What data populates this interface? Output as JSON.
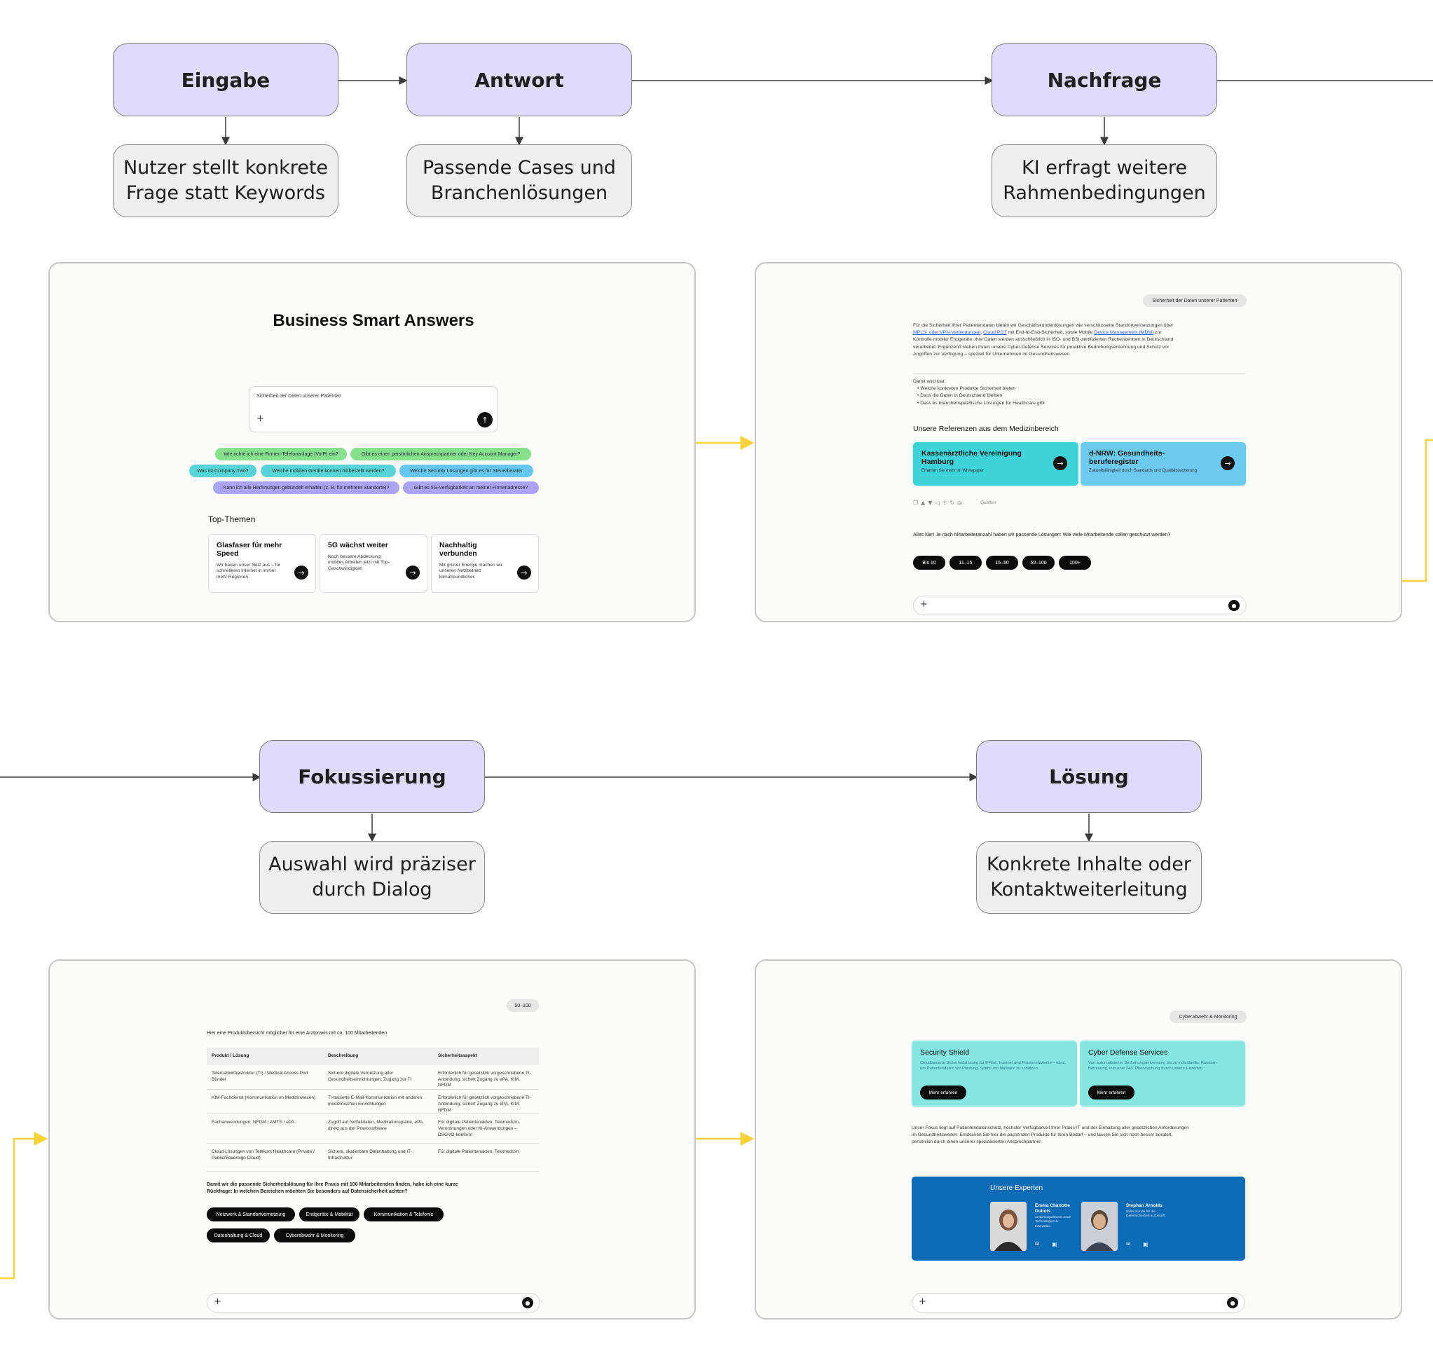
{
  "flow": {
    "steps": [
      {
        "title": "Eingabe",
        "description": "Nutzer stellt konkrete\nFrage statt Keywords"
      },
      {
        "title": "Antwort",
        "description": "Passende Cases und\nBranchenlösungen"
      },
      {
        "title": "Nachfrage",
        "description": "KI erfragt weitere\nRahmenbedingungen"
      },
      {
        "title": "Fokussierung",
        "description": "Auswahl wird präziser\ndurch Dialog"
      },
      {
        "title": "Lösung",
        "description": "Konkrete Inhalte oder\nKontaktweiterleitung"
      }
    ]
  },
  "colors": {
    "step_fill": "#e0dbfc",
    "description_fill": "#efefef",
    "connector_highlight": "#f7d23a",
    "expert_blue": "#0c6bb5",
    "teal_card": "#3ed3d8",
    "sky_card": "#6ec9ef"
  },
  "screen1": {
    "title": "Business Smart Answers",
    "input_text": "Sicherheit der Daten unserer Patienten",
    "send_icon": "arrow-up-icon",
    "suggestions": [
      {
        "label": "Wie richte ich eine Firmen-Telefonanlage (VoIP) ein?",
        "color": "#86e08e"
      },
      {
        "label": "Gibt es einen persönlichen Ansprechpartner oder Key Account Manager?",
        "color": "#86e08e"
      },
      {
        "label": "Was ist Company Two?",
        "color": "#58d4d8"
      },
      {
        "label": "Welche mobilen Geräte können mitbestellt werden?",
        "color": "#58d4d8"
      },
      {
        "label": "Welche Security Lösungen gibt es für Steuerberater",
        "color": "#66c6f0"
      },
      {
        "label": "Kann ich alle Rechnungen gebündelt erhalten (z. B. für mehrere Standorte)?",
        "color": "#aaa4f4"
      },
      {
        "label": "Gibt es 5G-Verfügbarkeit an meiner Firmenadresse?",
        "color": "#aaa4f4"
      }
    ],
    "topics_heading": "Top-Themen",
    "topics": [
      {
        "title": "Glasfaser für mehr Speed",
        "text": "Wir bauen unser Netz aus – für schnelleres Internet in immer mehr Regionen."
      },
      {
        "title": "5G wächst weiter",
        "text": "Noch bessere Abdeckung: mobiles Arbeiten jetzt mit Top-Geschwindigkeit."
      },
      {
        "title": "Nachhaltig verbunden",
        "text": "Mit grüner Energie machen wir unseren Netzbetrieb klimafreundlicher."
      }
    ]
  },
  "screen2": {
    "query_tag": "Sicherheit der Daten unserer Patienten",
    "answer_paragraph": {
      "before_link1": "Für die Sicherheit Ihrer Patientendaten bieten wir Geschäftskundenlösungen wie verschlüsselte Standortvernetzungen über ",
      "link1": "MPLS- oder VPN-Verbindungen",
      "between": ", ",
      "link2": "Cloud PGT",
      "middle": " mit End-to-End-Sicherheit, sowie Mobile ",
      "link3": "Device Management (MDM)",
      "after": " zur Kontrolle mobiler Endgeräte. Ihre Daten werden ausschließlich in ISO- und BSI-zertifizierten Rechenzentren in Deutschland verarbeitet. Ergänzend stehen Ihnen unsere Cyber-Defense Services für proaktive Bedrohungserkennung und Schutz vor Angriffen zur Verfügung – speziell für Unternehmen im Gesundheitswesen."
    },
    "summary_intro": "Damit wird klar:",
    "summary_items": [
      "Welche konkreten Produkte Sicherheit bieten",
      "Dass die Daten in Deutschland bleiben",
      "Dass es branchenspezifische Lösungen für Healthcare gibt"
    ],
    "references_heading": "Unsere Referenzen aus dem Medizinbereich",
    "references": [
      {
        "title": "Kassenärztliche Vereinigung Hamburg",
        "subtitle": "Erfahren Sie mehr im Whitepaper"
      },
      {
        "title": "d-NRW: Gesundheits-beruferegister",
        "subtitle": "Zukunftsfähigkeit durch Standards und Qualitätssicherung"
      }
    ],
    "feedback_sources_label": "Quellen",
    "question": "Alles klar! Je nach Mitarbeiteranzahl haben wir passende Lösungen: Wie viele Mitarbeitende sollen geschützt werden?",
    "size_options": [
      "Bis 10",
      "11–15",
      "15–50",
      "50–100",
      "100+"
    ]
  },
  "screen3": {
    "query_tag": "50–100",
    "intro": "Hier eine Produktübersicht möglicher für eine Arztpraxis mit ca. 100 Mitarbeitenden",
    "table_headers": [
      "Produkt / Lösung",
      "Beschreibung",
      "Sicherheitsaspekt"
    ],
    "table_rows": [
      [
        "Telematikinfrastruktur (TI) / Medical Access Port Bündel",
        "Sichere digitale Vernetzung aller Gesundheitseinrichtungen; Zugang zur TI",
        "Erforderlich für gesetzlich vorgeschriebene TI-Anbindung, sichert Zugang zu ePA, KIM, NFDM"
      ],
      [
        "KIM-Fachdienst (Kommunikation im Medizinwesen)",
        "TI-basierte E-Mail-Kommunikation mit anderen medizinischen Einrichtungen",
        "Erforderlich für gesetzlich vorgeschriebene TI-Anbindung, sichert Zugang zu ePA, KIM, NFDM"
      ],
      [
        "Fachanwendungen: NFDM / AMTS / ePA",
        "Zugriff auf Notfalldaten, Medikationspläne, ePA direkt aus der Praxissoftware",
        "Für digitale Patientenakten, Telemedizin, Verordnungen oder KI-Anwendungen – DSGVO-konform"
      ],
      [
        "Cloud-Lösungen von Telekom Healthcare (Private / Public/Sovereign Cloud)",
        "Sichere, skalierbare Datenhaltung und IT-Infrastruktur",
        "Für digitale Patientenakten, Telemedizin"
      ]
    ],
    "question": "Damit wir die passende Sicherheitslösung für Ihre Praxis mit 100 Mitarbeitenden finden, habe ich eine kurze Rückfrage: In welchen Bereichen möchten Sie besonders auf Datensicherheit achten?",
    "options": [
      "Netzwerk & Standortvernetzung",
      "Endgeräte & Mobilität",
      "Kommunikation & Telefonie",
      "Datenhaltung & Cloud",
      "Cyberabwehr & Monitoring"
    ]
  },
  "screen4": {
    "query_tag": "Cyberabwehr & Monitoring",
    "products": [
      {
        "title": "Security Shield",
        "text": "Cloudbasierte Sicherheitslösung für E-Mail, Internet und Praxisnetzwerke – ideal, um Patientendaten vor Phishing, Spam und Malware zu schützen.",
        "button": "Mehr erfahren"
      },
      {
        "title": "Cyber Defense Services",
        "text": "Von automatisierter Bedrohungserkennung bis zu individueller Rundum-Betreuung, inklusive 24/7 Überwachung durch unsere Experten.",
        "button": "Mehr erfahren"
      }
    ],
    "paragraph": "Unser Fokus liegt auf Patientendatenschutz, höchster Verfügbarkeit Ihrer Praxis-IT und der Einhaltung aller gesetzlichen Anforderungen im Gesundheitswesen. Entdecken Sie hier die passenden Produkte für Ihren Bedarf – und lassen Sie sich noch besser beraten, persönlich durch einen unserer spezialisierten Ansprechpartner.",
    "experts_heading": "Unsere Experten",
    "experts": [
      {
        "name": "Emma Charlotte Dubois",
        "role": "Ansprechpartnerin neue Technologien & Innovation"
      },
      {
        "name": "Stephan Arnolds",
        "role": "Sales Kunde für die Datensicherheit & Zukunft"
      }
    ]
  }
}
